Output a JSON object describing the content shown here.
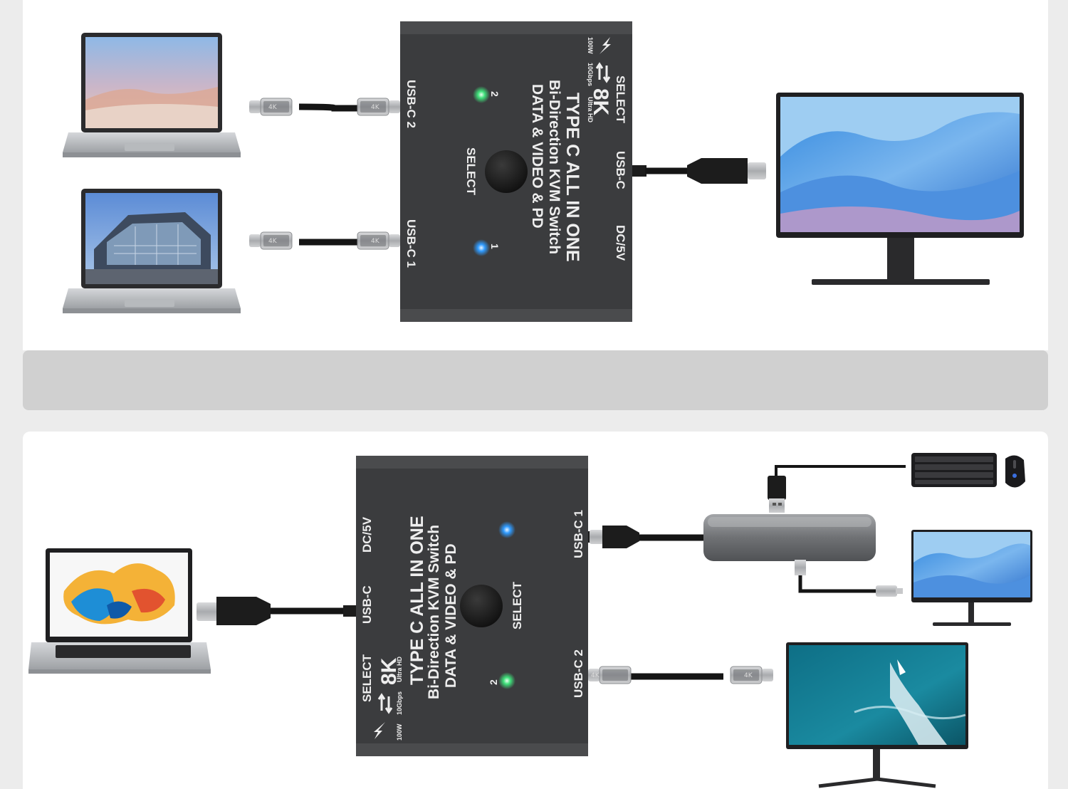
{
  "colors": {
    "page_bg": "#ececec",
    "panel_bg": "#ffffff",
    "divider_band": "#cfcfcf",
    "switch_body": "#3b3c3e",
    "led_green": "#3fe07a",
    "led_blue": "#2f9bff",
    "cable": "#151515"
  },
  "switch": {
    "title": "TYPE C ALL IN ONE",
    "subtitle": "Bi-Direction KVM Switch",
    "features": "DATA & VIDEO & PD",
    "resolution": "8K",
    "resolution_note": "Ultra HD",
    "data_rate": "10Gbps",
    "power": "100W",
    "select_label": "SELECT",
    "button_label": "SELECT",
    "port_c1": "USB-C 1",
    "port_c2": "USB-C 2",
    "port_c": "USB-C",
    "port_dc": "DC/5V",
    "led_1": "1",
    "led_2": "2"
  },
  "connector": {
    "line_1": "4K",
    "line_2": "⇆",
    "line_3": "ϟ"
  },
  "icons": {
    "laptop": "laptop-icon",
    "monitor": "monitor-icon",
    "keyboard": "keyboard-icon",
    "mouse": "mouse-icon",
    "usb_hub": "usb-hub-icon",
    "usb_plug": "usb-a-plug-icon",
    "lightning": "lightning-icon",
    "arrows": "bidirectional-arrows-icon"
  }
}
